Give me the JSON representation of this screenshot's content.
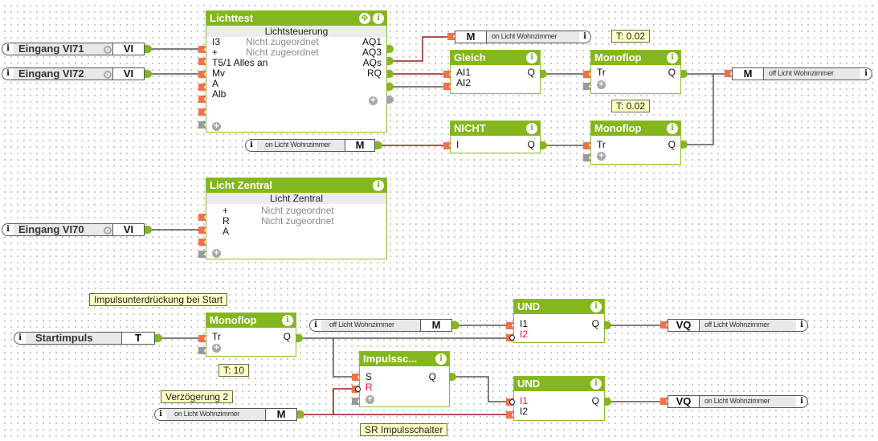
{
  "inputs": [
    {
      "name": "Eingang VI71",
      "type": "VI"
    },
    {
      "name": "Eingang VI72",
      "type": "VI"
    },
    {
      "name": "Eingang VI70",
      "type": "VI"
    },
    {
      "name": "Startimpuls",
      "type": "T"
    },
    {
      "name": "on Licht Wohnzimmer",
      "type": "M"
    },
    {
      "name": "off Licht Wohnzimmer",
      "type": "M"
    },
    {
      "name": "on Licht Wohnzimmer",
      "type": "M"
    }
  ],
  "outputs": [
    {
      "name": "on Licht Wohnzimmer",
      "type": "M"
    },
    {
      "name": "off Licht Wohnzimmer",
      "type": "M"
    },
    {
      "name": "off Licht Wohnzimmer",
      "type": "VQ"
    },
    {
      "name": "on Licht Wohnzimmer",
      "type": "VQ"
    }
  ],
  "blocks": {
    "lichttest": {
      "title": "Lichttest",
      "subtitle": "Lichtsteuerung",
      "inputs": [
        "I3",
        "+",
        "T5/1 Alles an",
        "Mv",
        "A",
        "Alb"
      ],
      "assign": [
        "Nicht zugeordnet",
        "Nicht zugeordnet"
      ],
      "outputs": [
        "AQ1",
        "AQ3",
        "AQs",
        "RQ"
      ]
    },
    "gleich": {
      "title": "Gleich",
      "inputs": [
        "AI1",
        "AI2"
      ],
      "output": "Q"
    },
    "nicht": {
      "title": "NICHT",
      "inputs": [
        "I"
      ],
      "output": "Q"
    },
    "monoflop1": {
      "title": "Monoflop",
      "inputs": [
        "Tr"
      ],
      "output": "Q"
    },
    "monoflop2": {
      "title": "Monoflop",
      "inputs": [
        "Tr"
      ],
      "output": "Q"
    },
    "lichtzentral": {
      "title": "Licht Zentral",
      "subtitle": "Licht Zentral",
      "inputs": [
        "+",
        "R",
        "A"
      ],
      "assign": [
        "Nicht zugeordnet",
        "Nicht zugeordnet"
      ]
    },
    "monoflop3": {
      "title": "Monoflop",
      "inputs": [
        "Tr"
      ],
      "output": "Q"
    },
    "und1": {
      "title": "UND",
      "inputs": [
        "I1",
        "I2"
      ],
      "output": "Q"
    },
    "impuls": {
      "title": "Impulssc...",
      "inputs": [
        "S",
        "R"
      ],
      "output": "Q"
    },
    "und2": {
      "title": "UND",
      "inputs": [
        "I1",
        "I2"
      ],
      "output": "Q"
    }
  },
  "notes": {
    "t1": "T: 0.02",
    "t2": "T: 0.02",
    "impulsunterdrueckung": "Impulsunterdrückung bei Start",
    "t10": "T: 10",
    "verzoegerung": "Verzögerung 2",
    "sr": "SR Impulsschalter"
  },
  "icons": {
    "info": "i",
    "move": "✥",
    "plus": "+"
  },
  "colors": {
    "block_header": "#84b61d",
    "input_port": "#f27248",
    "wire_active": "#9b1b1b",
    "wire_idle": "#555555",
    "note_bg": "#ffffc4"
  }
}
